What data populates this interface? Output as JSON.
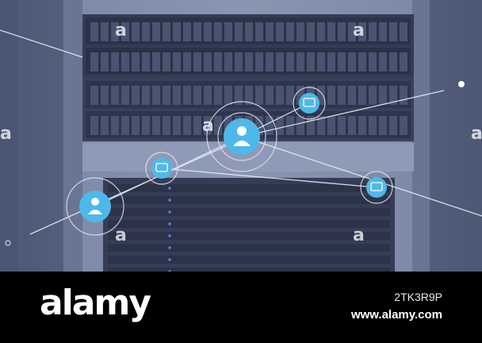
{
  "scene": {
    "description_free": true,
    "watermark_glyph": "a",
    "accent_color": "#4fb8ea",
    "node_icons": [
      "person-icon",
      "chat-icon",
      "chat-icon",
      "chat-icon",
      "person-icon"
    ]
  },
  "footer": {
    "brand": "alamy",
    "image_id": "2TK3R9P",
    "site": "www.alamy.com"
  }
}
